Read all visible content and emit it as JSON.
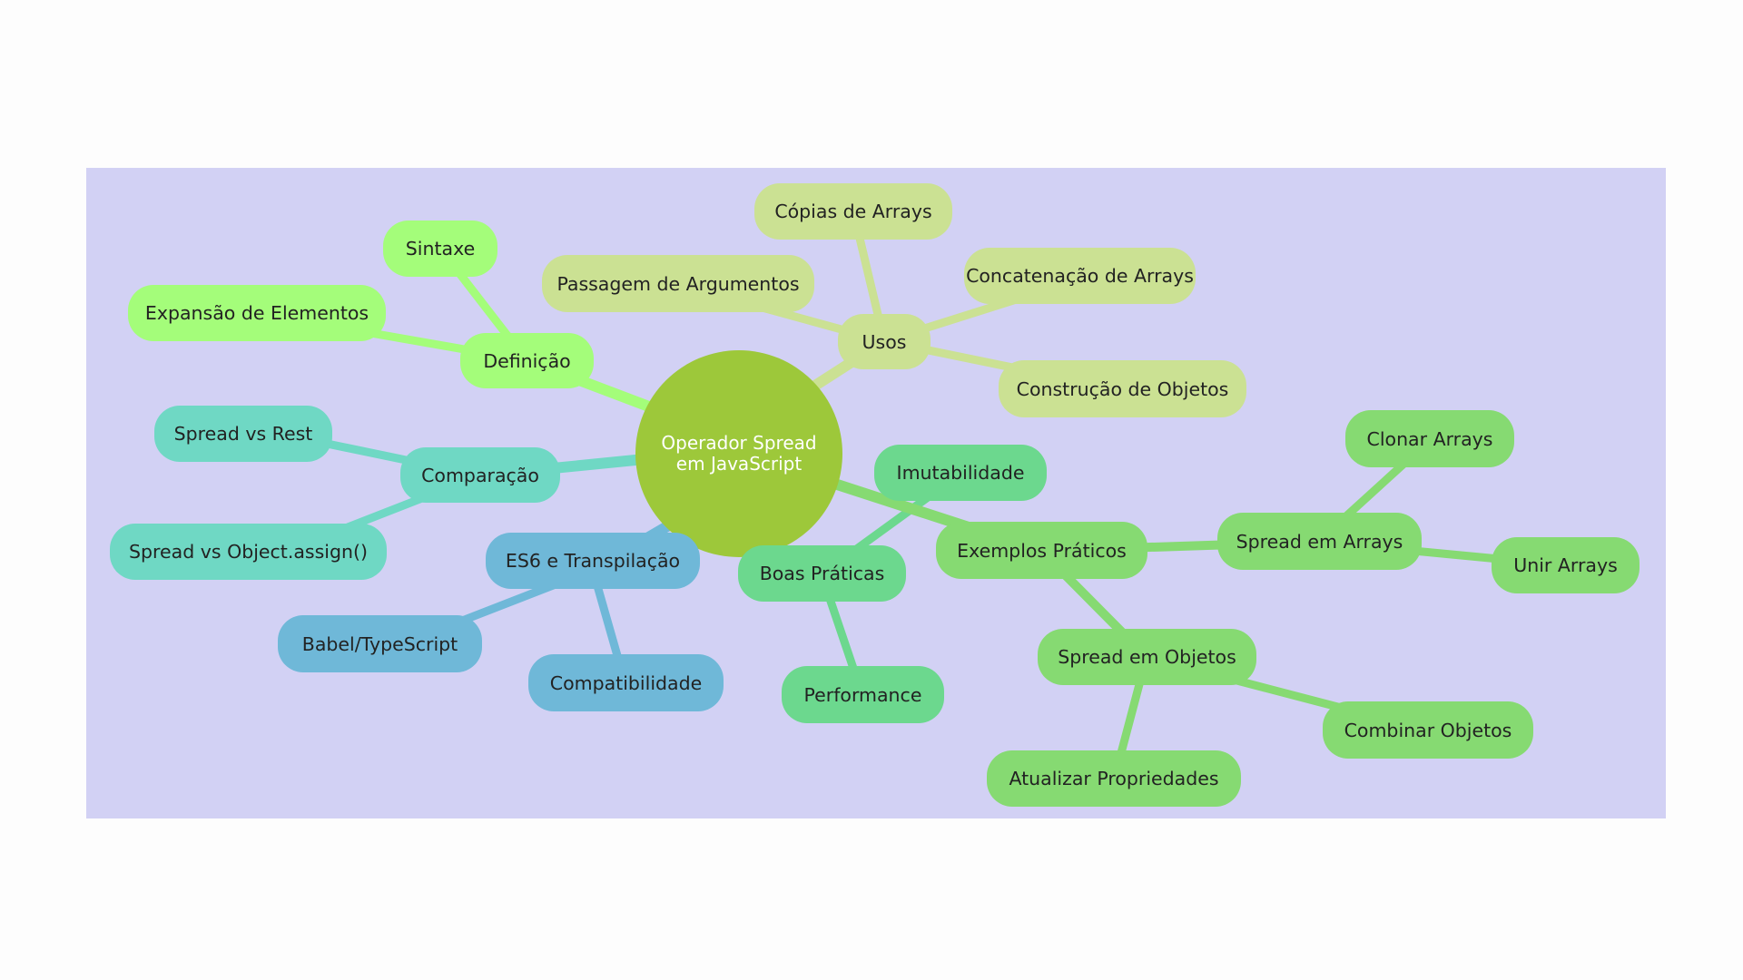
{
  "root": "Operador Spread em JavaScript",
  "branches": {
    "definicao": {
      "label": "Definição",
      "children": [
        "Sintaxe",
        "Expansão de Elementos"
      ]
    },
    "usos": {
      "label": "Usos",
      "children": [
        "Cópias de Arrays",
        "Passagem de Argumentos",
        "Concatenação de Arrays",
        "Construção de Objetos"
      ]
    },
    "comparacao": {
      "label": "Comparação",
      "children": [
        "Spread vs Rest",
        "Spread vs Object.assign()"
      ]
    },
    "es6": {
      "label": "ES6 e Transpilação",
      "children": [
        "Babel/TypeScript",
        "Compatibilidade"
      ]
    },
    "boas": {
      "label": "Boas Práticas",
      "children": [
        "Imutabilidade",
        "Performance"
      ]
    },
    "exemplos": {
      "label": "Exemplos Práticos",
      "arrays": {
        "label": "Spread em Arrays",
        "children": [
          "Clonar Arrays",
          "Unir Arrays"
        ]
      },
      "objetos": {
        "label": "Spread em Objetos",
        "children": [
          "Combinar Objetos",
          "Atualizar Propriedades"
        ]
      }
    }
  },
  "colors": {
    "background": "#d2d1f4",
    "root": "#9dc83a",
    "definicao": "#a4fd7a",
    "usos": "#cbe193",
    "comparacao": "#6fd8c4",
    "es6": "#6fb8d8",
    "boas": "#6cd88e",
    "exemplos": "#86da72"
  }
}
